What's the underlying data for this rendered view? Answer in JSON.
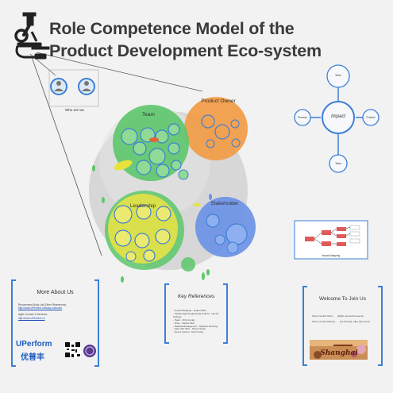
{
  "title": {
    "line1": "Role Competence Model of the",
    "line2": "Product Development Eco-system"
  },
  "intro": {
    "label": "Who are we"
  },
  "clusters": {
    "product_owner": "Product Owner",
    "team": "Team",
    "leadership": "Leadership",
    "stakeholder": "Stakeholder"
  },
  "impact": {
    "center": "Impact",
    "nodes": [
      "Who",
      "Product",
      "Team",
      "Process"
    ]
  },
  "impact_mapping": {
    "caption": "Impact Mapping"
  },
  "more_about": {
    "title": "More About Us",
    "lines": [
      "Recommend Book List (Other References):",
      "http://www.UPerform.cn/easy-cn/books",
      "",
      "Agile Courses & Services:",
      "http://www.UPerform.cn"
    ],
    "brand_en": "UPerform",
    "brand_cn": "优普丰"
  },
  "references": {
    "title": "Key References",
    "lines": [
      "- Impact Mapping - Gojko Adzic",
      "- Spotify Agile Engineering Culture - Henrik Kniberg",
      "- Peak - Chip Conley",
      "- Drive - Daniel Pink",
      "- Radical Management - Stephen Denning",
      "- Start with Why - Simon Sinek",
      "- Out of Control - Kevin Kelly"
    ]
  },
  "join": {
    "title": "Welcome To Join Us",
    "rows": [
      [
        "Scrum Coach Clinic",
        "[Right now at this event]"
      ],
      [
        "Scrum Coach Retreat",
        "[17-18 Sept. after this event]"
      ]
    ],
    "banner_text": "Shanghai"
  },
  "colors": {
    "title": "#3a3a3a",
    "team": "#5cc76a",
    "product_owner": "#f29b45",
    "leadership": "#dfe04a",
    "stakeholder": "#6d93e6",
    "accent_blue": "#3d7fd6",
    "big_circle": "#cfcfcf"
  }
}
